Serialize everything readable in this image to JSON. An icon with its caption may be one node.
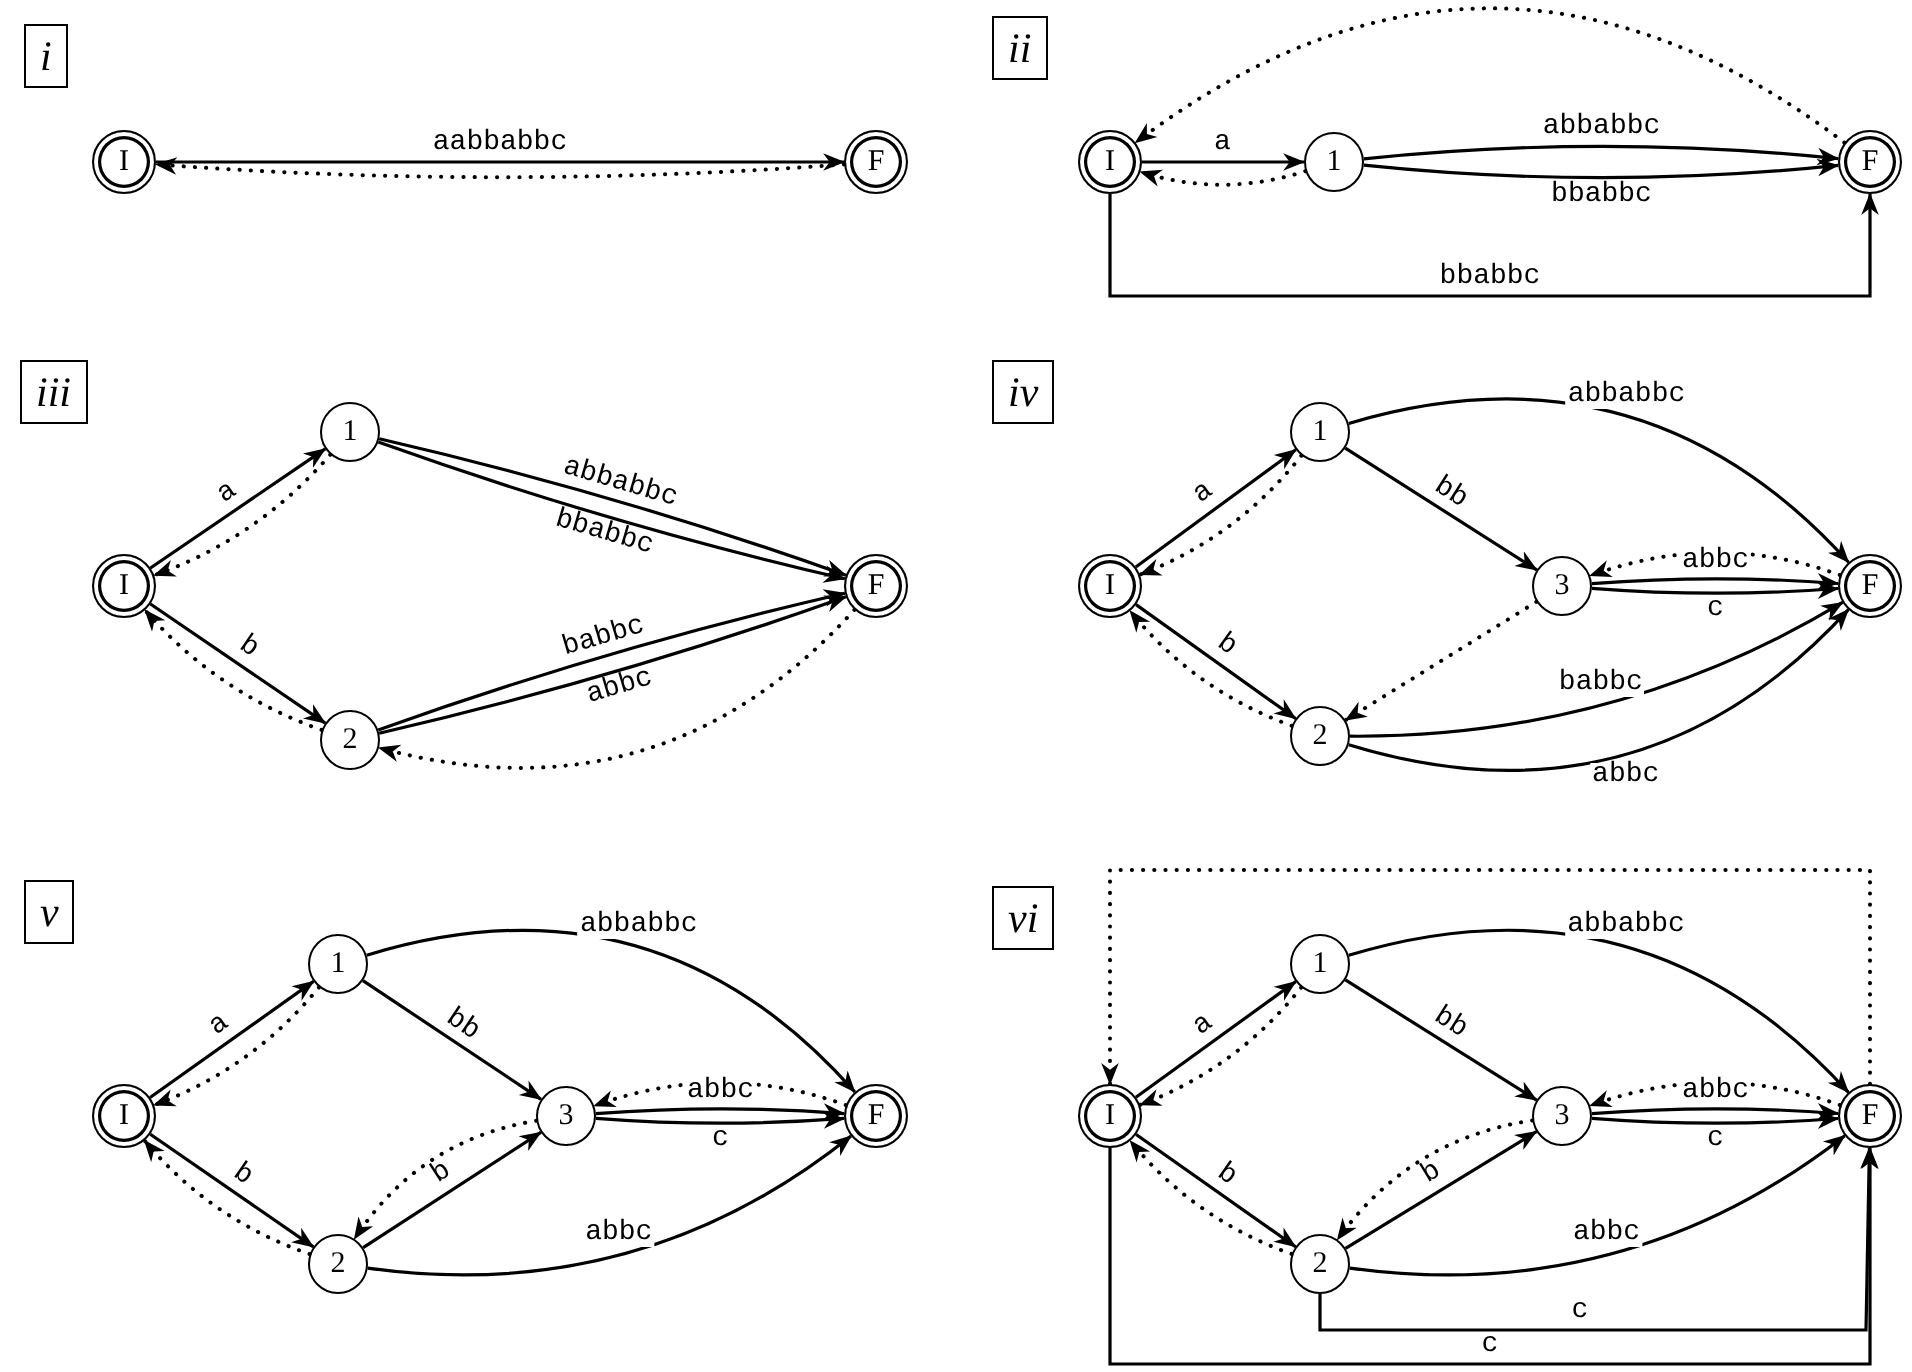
{
  "diagram": {
    "nodes": [
      {
        "text": [
          "i"
        ]
      },
      {
        "text": [
          "I"
        ]
      },
      {
        "text": [
          "F"
        ]
      },
      {
        "text": [
          "ii"
        ]
      },
      {
        "text": [
          "I"
        ]
      },
      {
        "text": [
          "1"
        ]
      },
      {
        "text": [
          "F"
        ]
      },
      {
        "text": [
          "iii"
        ]
      },
      {
        "text": [
          "I"
        ]
      },
      {
        "text": [
          "1"
        ]
      },
      {
        "text": [
          "2"
        ]
      },
      {
        "text": [
          "F"
        ]
      },
      {
        "text": [
          "iv"
        ]
      },
      {
        "text": [
          "I"
        ]
      },
      {
        "text": [
          "1"
        ]
      },
      {
        "text": [
          "3"
        ]
      },
      {
        "text": [
          "2"
        ]
      },
      {
        "text": [
          "F"
        ]
      },
      {
        "text": [
          "v"
        ]
      },
      {
        "text": [
          "I"
        ]
      },
      {
        "text": [
          "1"
        ]
      },
      {
        "text": [
          "3"
        ]
      },
      {
        "text": [
          "2"
        ]
      },
      {
        "text": [
          "F"
        ]
      },
      {
        "text": [
          "vi"
        ]
      },
      {
        "text": [
          "I"
        ]
      },
      {
        "text": [
          "1"
        ]
      },
      {
        "text": [
          "3"
        ]
      },
      {
        "text": [
          "2"
        ]
      },
      {
        "text": [
          "F"
        ]
      }
    ],
    "edges": [
      {
        "from": 1,
        "to": 2,
        "arrow": "to",
        "label": "aabbabbc"
      },
      {
        "from": 2,
        "to": 1,
        "arrow": "to",
        "style": "dashed"
      },
      {
        "from": 4,
        "to": 5,
        "arrow": "to",
        "label": "a"
      },
      {
        "from": 5,
        "to": 4,
        "arrow": "to",
        "style": "dashed"
      },
      {
        "from": 5,
        "to": 6,
        "arrow": "to",
        "label": "abbabbc"
      },
      {
        "from": 5,
        "to": 6,
        "arrow": "to",
        "label": "bbabbc"
      },
      {
        "from": 4,
        "to": 6,
        "arrow": "to",
        "label": "bbabbc"
      },
      {
        "from": 6,
        "to": 4,
        "arrow": "to",
        "style": "dashed"
      },
      {
        "from": 8,
        "to": 9,
        "arrow": "to",
        "label": "a"
      },
      {
        "from": 9,
        "to": 8,
        "arrow": "to",
        "style": "dashed"
      },
      {
        "from": 8,
        "to": 10,
        "arrow": "to",
        "label": "b"
      },
      {
        "from": 10,
        "to": 8,
        "arrow": "to",
        "style": "dashed"
      },
      {
        "from": 9,
        "to": 11,
        "arrow": "to",
        "label": "abbabbc"
      },
      {
        "from": 9,
        "to": 11,
        "arrow": "to",
        "label": "bbabbc"
      },
      {
        "from": 10,
        "to": 11,
        "arrow": "to",
        "label": "babbc"
      },
      {
        "from": 10,
        "to": 11,
        "arrow": "to",
        "label": "abbc"
      },
      {
        "from": 11,
        "to": 10,
        "arrow": "to",
        "style": "dashed"
      },
      {
        "from": 13,
        "to": 14,
        "arrow": "to",
        "label": "a"
      },
      {
        "from": 14,
        "to": 13,
        "arrow": "to",
        "style": "dashed"
      },
      {
        "from": 13,
        "to": 16,
        "arrow": "to",
        "label": "b"
      },
      {
        "from": 16,
        "to": 13,
        "arrow": "to",
        "style": "dashed"
      },
      {
        "from": 14,
        "to": 17,
        "arrow": "to",
        "label": "abbabbc"
      },
      {
        "from": 14,
        "to": 15,
        "arrow": "to",
        "label": "bb"
      },
      {
        "from": 17,
        "to": 15,
        "arrow": "to",
        "style": "dashed"
      },
      {
        "from": 15,
        "to": 17,
        "arrow": "to",
        "label": "abbc"
      },
      {
        "from": 15,
        "to": 17,
        "arrow": "to",
        "label": "c"
      },
      {
        "from": 15,
        "to": 16,
        "arrow": "to",
        "style": "dashed"
      },
      {
        "from": 16,
        "to": 17,
        "arrow": "to",
        "label": "babbc"
      },
      {
        "from": 16,
        "to": 17,
        "arrow": "to",
        "label": "abbc"
      },
      {
        "from": 19,
        "to": 20,
        "arrow": "to",
        "label": "a"
      },
      {
        "from": 20,
        "to": 19,
        "arrow": "to",
        "style": "dashed"
      },
      {
        "from": 19,
        "to": 22,
        "arrow": "to",
        "label": "b"
      },
      {
        "from": 22,
        "to": 19,
        "arrow": "to",
        "style": "dashed"
      },
      {
        "from": 20,
        "to": 23,
        "arrow": "to",
        "label": "abbabbc"
      },
      {
        "from": 20,
        "to": 21,
        "arrow": "to",
        "label": "bb"
      },
      {
        "from": 23,
        "to": 21,
        "arrow": "to",
        "style": "dashed"
      },
      {
        "from": 21,
        "to": 23,
        "arrow": "to",
        "label": "abbc"
      },
      {
        "from": 21,
        "to": 23,
        "arrow": "to",
        "label": "c"
      },
      {
        "from": 21,
        "to": 22,
        "arrow": "to",
        "style": "dashed"
      },
      {
        "from": 22,
        "to": 21,
        "arrow": "to",
        "label": "b"
      },
      {
        "from": 22,
        "to": 23,
        "arrow": "to",
        "label": "abbc"
      },
      {
        "from": 25,
        "to": 26,
        "arrow": "to",
        "label": "a"
      },
      {
        "from": 26,
        "to": 25,
        "arrow": "to",
        "style": "dashed"
      },
      {
        "from": 25,
        "to": 28,
        "arrow": "to",
        "label": "b"
      },
      {
        "from": 28,
        "to": 25,
        "arrow": "to",
        "style": "dashed"
      },
      {
        "from": 26,
        "to": 29,
        "arrow": "to",
        "label": "abbabbc"
      },
      {
        "from": 26,
        "to": 27,
        "arrow": "to",
        "label": "bb"
      },
      {
        "from": 29,
        "to": 27,
        "arrow": "to",
        "style": "dashed"
      },
      {
        "from": 27,
        "to": 29,
        "arrow": "to",
        "label": "abbc"
      },
      {
        "from": 27,
        "to": 29,
        "arrow": "to",
        "label": "c"
      },
      {
        "from": 27,
        "to": 28,
        "arrow": "to",
        "style": "dashed"
      },
      {
        "from": 28,
        "to": 27,
        "arrow": "to",
        "label": "b"
      },
      {
        "from": 28,
        "to": 29,
        "arrow": "to",
        "label": "abbc"
      },
      {
        "from": 28,
        "to": 29,
        "arrow": "to",
        "label": "c"
      },
      {
        "from": 25,
        "to": 29,
        "arrow": "to",
        "label": "c"
      },
      {
        "from": 29,
        "to": 25,
        "arrow": "to",
        "style": "dashed"
      }
    ]
  }
}
